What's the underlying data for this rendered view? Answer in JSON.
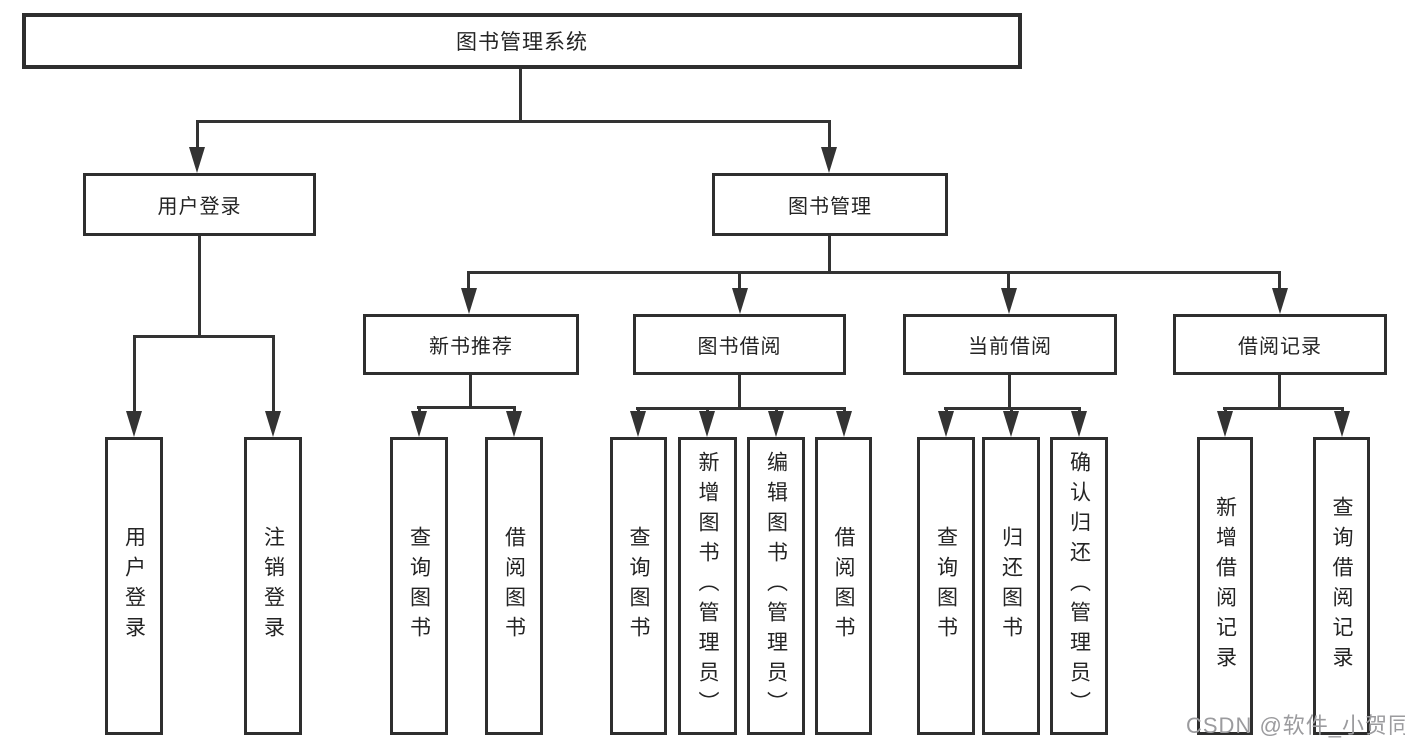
{
  "tree": {
    "root": {
      "label": "图书管理系统",
      "children": [
        {
          "label": "用户登录",
          "children": [
            {
              "label": "用户登录"
            },
            {
              "label": "注销登录"
            }
          ]
        },
        {
          "label": "图书管理",
          "children": [
            {
              "label": "新书推荐",
              "children": [
                {
                  "label": "查询图书"
                },
                {
                  "label": "借阅图书"
                }
              ]
            },
            {
              "label": "图书借阅",
              "children": [
                {
                  "label": "查询图书"
                },
                {
                  "label": "新增图书（管理员）"
                },
                {
                  "label": "编辑图书（管理员）"
                },
                {
                  "label": "借阅图书"
                }
              ]
            },
            {
              "label": "当前借阅",
              "children": [
                {
                  "label": "查询图书"
                },
                {
                  "label": "归还图书"
                },
                {
                  "label": "确认归还（管理员）"
                }
              ]
            },
            {
              "label": "借阅记录",
              "children": [
                {
                  "label": "新增借阅记录"
                },
                {
                  "label": "查询借阅记录"
                }
              ]
            }
          ]
        }
      ]
    }
  },
  "watermark": {
    "text": "CSDN @软件_小贺同学",
    "color": "#9b9b9e"
  },
  "colors": {
    "line": "#333333",
    "box_border": "#2e2e2e",
    "text": "#242424",
    "background": "#ffffff"
  }
}
